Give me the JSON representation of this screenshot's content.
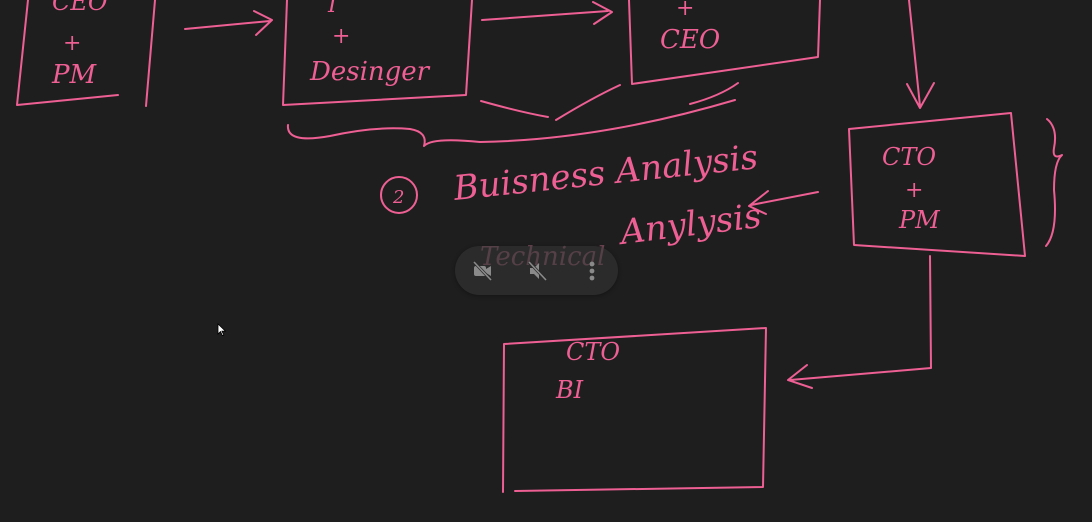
{
  "colors": {
    "background": "#1e1e1e",
    "ink": "#ee5f93",
    "control_icon": "#8a8a8a"
  },
  "whiteboard": {
    "box1": {
      "top_fragment": "CEO",
      "plus": "+",
      "bottom": "PM"
    },
    "box2": {
      "top_fragment": "I",
      "plus": "+",
      "bottom": "Desinger"
    },
    "box3": {
      "plus": "+",
      "bottom": "CEO"
    },
    "box4": {
      "top": "CTO",
      "plus": "+",
      "bottom": "PM"
    },
    "box5": {
      "line1": "CTO",
      "line2": "BI"
    },
    "step_number": "2",
    "business_analysis": "Buisness Analysis",
    "technical_word": "Technical",
    "technical_analysis": "Anylysis"
  },
  "call_controls": {
    "icons": [
      "video-off-icon",
      "mic-off-icon",
      "more-options-icon"
    ]
  },
  "cursor": {
    "icon": "mouse-pointer-icon"
  }
}
